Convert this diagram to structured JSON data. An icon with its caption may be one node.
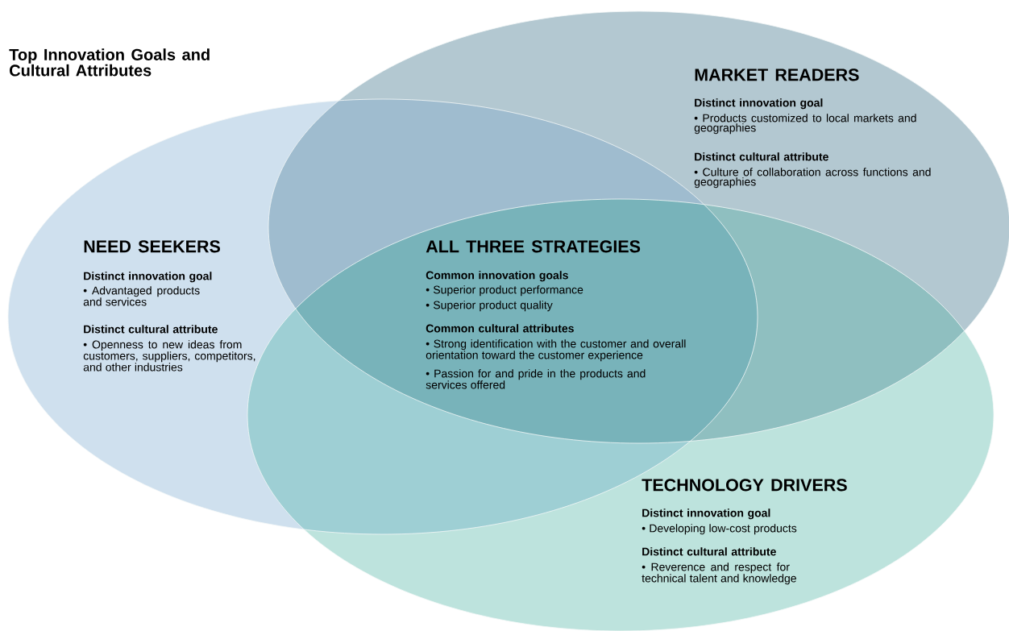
{
  "diagram": {
    "title": "Top Innovation Goals and Cultural Attributes",
    "nodes": [
      {
        "text": [
          "NEED SEEKERS",
          "Distinct innovation goal",
          "• Advantaged products and services",
          "Distinct cultural attribute",
          "• Openness to new ideas from customers, suppliers, competitors, and other industries"
        ]
      },
      {
        "text": [
          "MARKET READERS",
          "Distinct innovation goal",
          "• Products customized to local markets and geographies",
          "Distinct cultural attribute",
          "• Culture of collaboration across functions and geographies"
        ]
      },
      {
        "text": [
          "TECHNOLOGY DRIVERS",
          "Distinct innovation goal",
          "• Developing low-cost products",
          "Distinct cultural attribute",
          "• Reverence and respect for technical talent and knowledge"
        ]
      }
    ],
    "labels": [
      "ALL THREE STRATEGIES",
      "Common innovation goals",
      "• Superior product performance",
      "• Superior product quality",
      "Common cultural attributes",
      "• Strong identification with the customer and overall orientation toward the customer experience",
      "• Passion for and pride in the products and services offered"
    ]
  }
}
